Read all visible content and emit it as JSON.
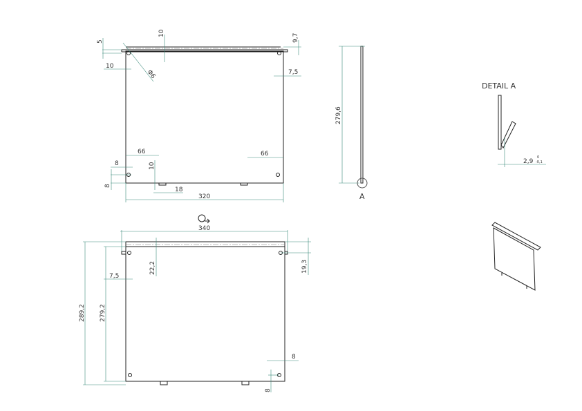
{
  "top_view": {
    "dims": {
      "flange_height": "10",
      "flange_offset": "9,7",
      "edge_offset": "5",
      "hole_x_left": "10",
      "hole_dia": "Φ6",
      "hole_x_right": "7,5",
      "tab_left": "66",
      "tab_right": "66",
      "hole_bottom_x": "8",
      "tab_height": "10",
      "hole_bottom_y": "8",
      "tab_width": "18",
      "width": "320"
    }
  },
  "side_view": {
    "height": "279,6",
    "detail_marker": "A"
  },
  "detail": {
    "title": "DETAIL A",
    "thickness": "2,9",
    "tol_upper": "0",
    "tol_lower": "-0,1"
  },
  "flat_view": {
    "dims": {
      "width": "340",
      "hole_x": "7,5",
      "hole_y_left": "22,2",
      "hole_y_right": "19,3",
      "total_height": "289,2",
      "plate_height": "279,2",
      "hole_bottom_x": "8",
      "hole_bottom_y": "8"
    }
  }
}
